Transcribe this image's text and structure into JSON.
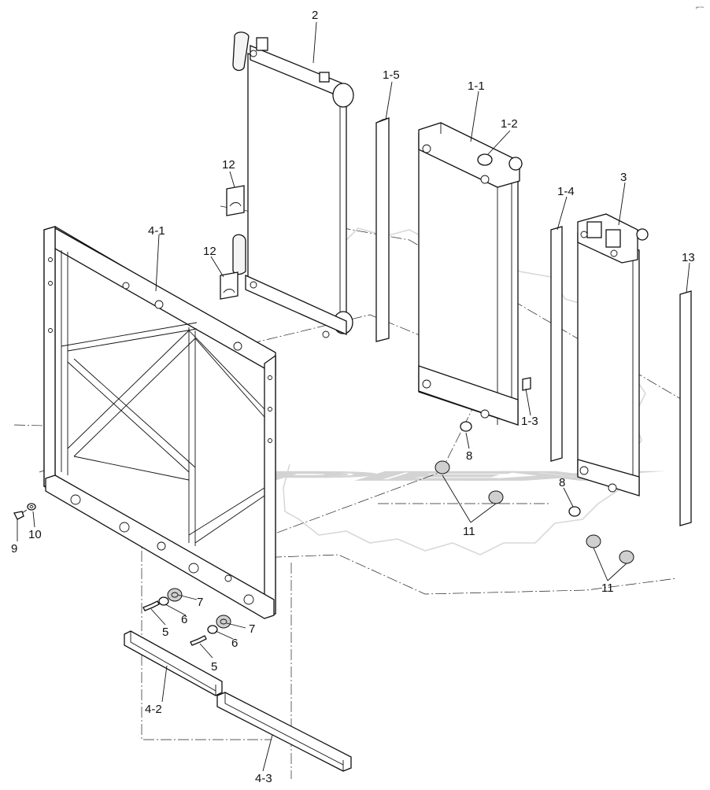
{
  "watermark": {
    "text": "OPEX"
  },
  "corner_mark": "⌐~",
  "callouts": {
    "c2": "2",
    "c1_5": "1-5",
    "c1_1": "1-1",
    "c1_2": "1-2",
    "c1_4": "1-4",
    "c3": "3",
    "c12a": "12",
    "c12b": "12",
    "c4_1": "4-1",
    "c13": "13",
    "c1_3": "1-3",
    "c8a": "8",
    "c8b": "8",
    "c11a": "11",
    "c11b": "11",
    "c9": "9",
    "c10": "10",
    "c7a": "7",
    "c7b": "7",
    "c6a": "6",
    "c6b": "6",
    "c5a": "5",
    "c5b": "5",
    "c4_2": "4-2",
    "c4_3": "4-3"
  }
}
